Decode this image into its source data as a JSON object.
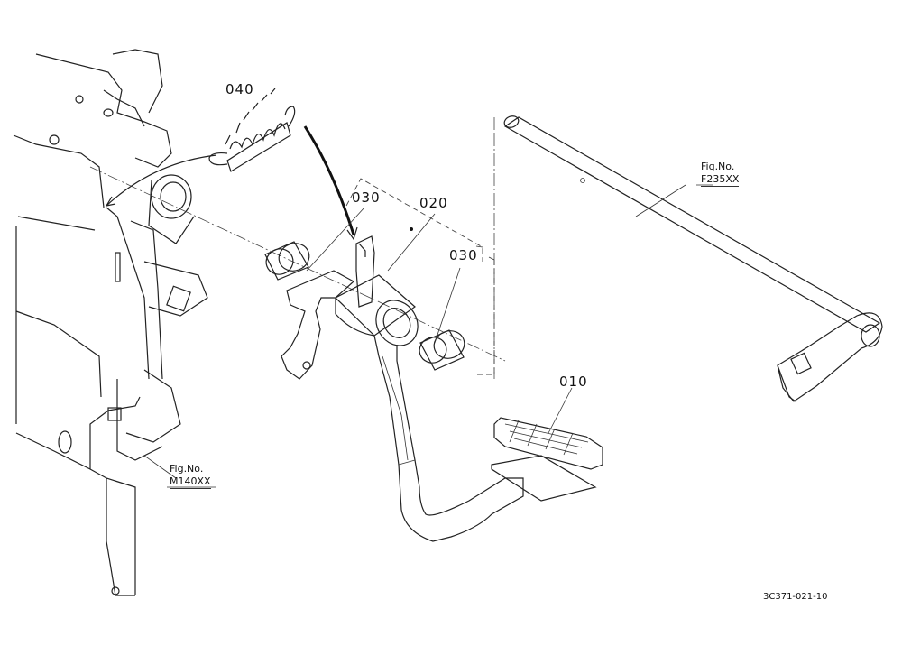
{
  "parts": {
    "p040": "040",
    "p030a": "030",
    "p020": "020",
    "p030b": "030",
    "p010": "010"
  },
  "refs": {
    "fig_label": "Fig.No.",
    "ref_f235": "F235XX",
    "ref_m140": "M140XX"
  },
  "drawing_code": "3C371-021-10"
}
